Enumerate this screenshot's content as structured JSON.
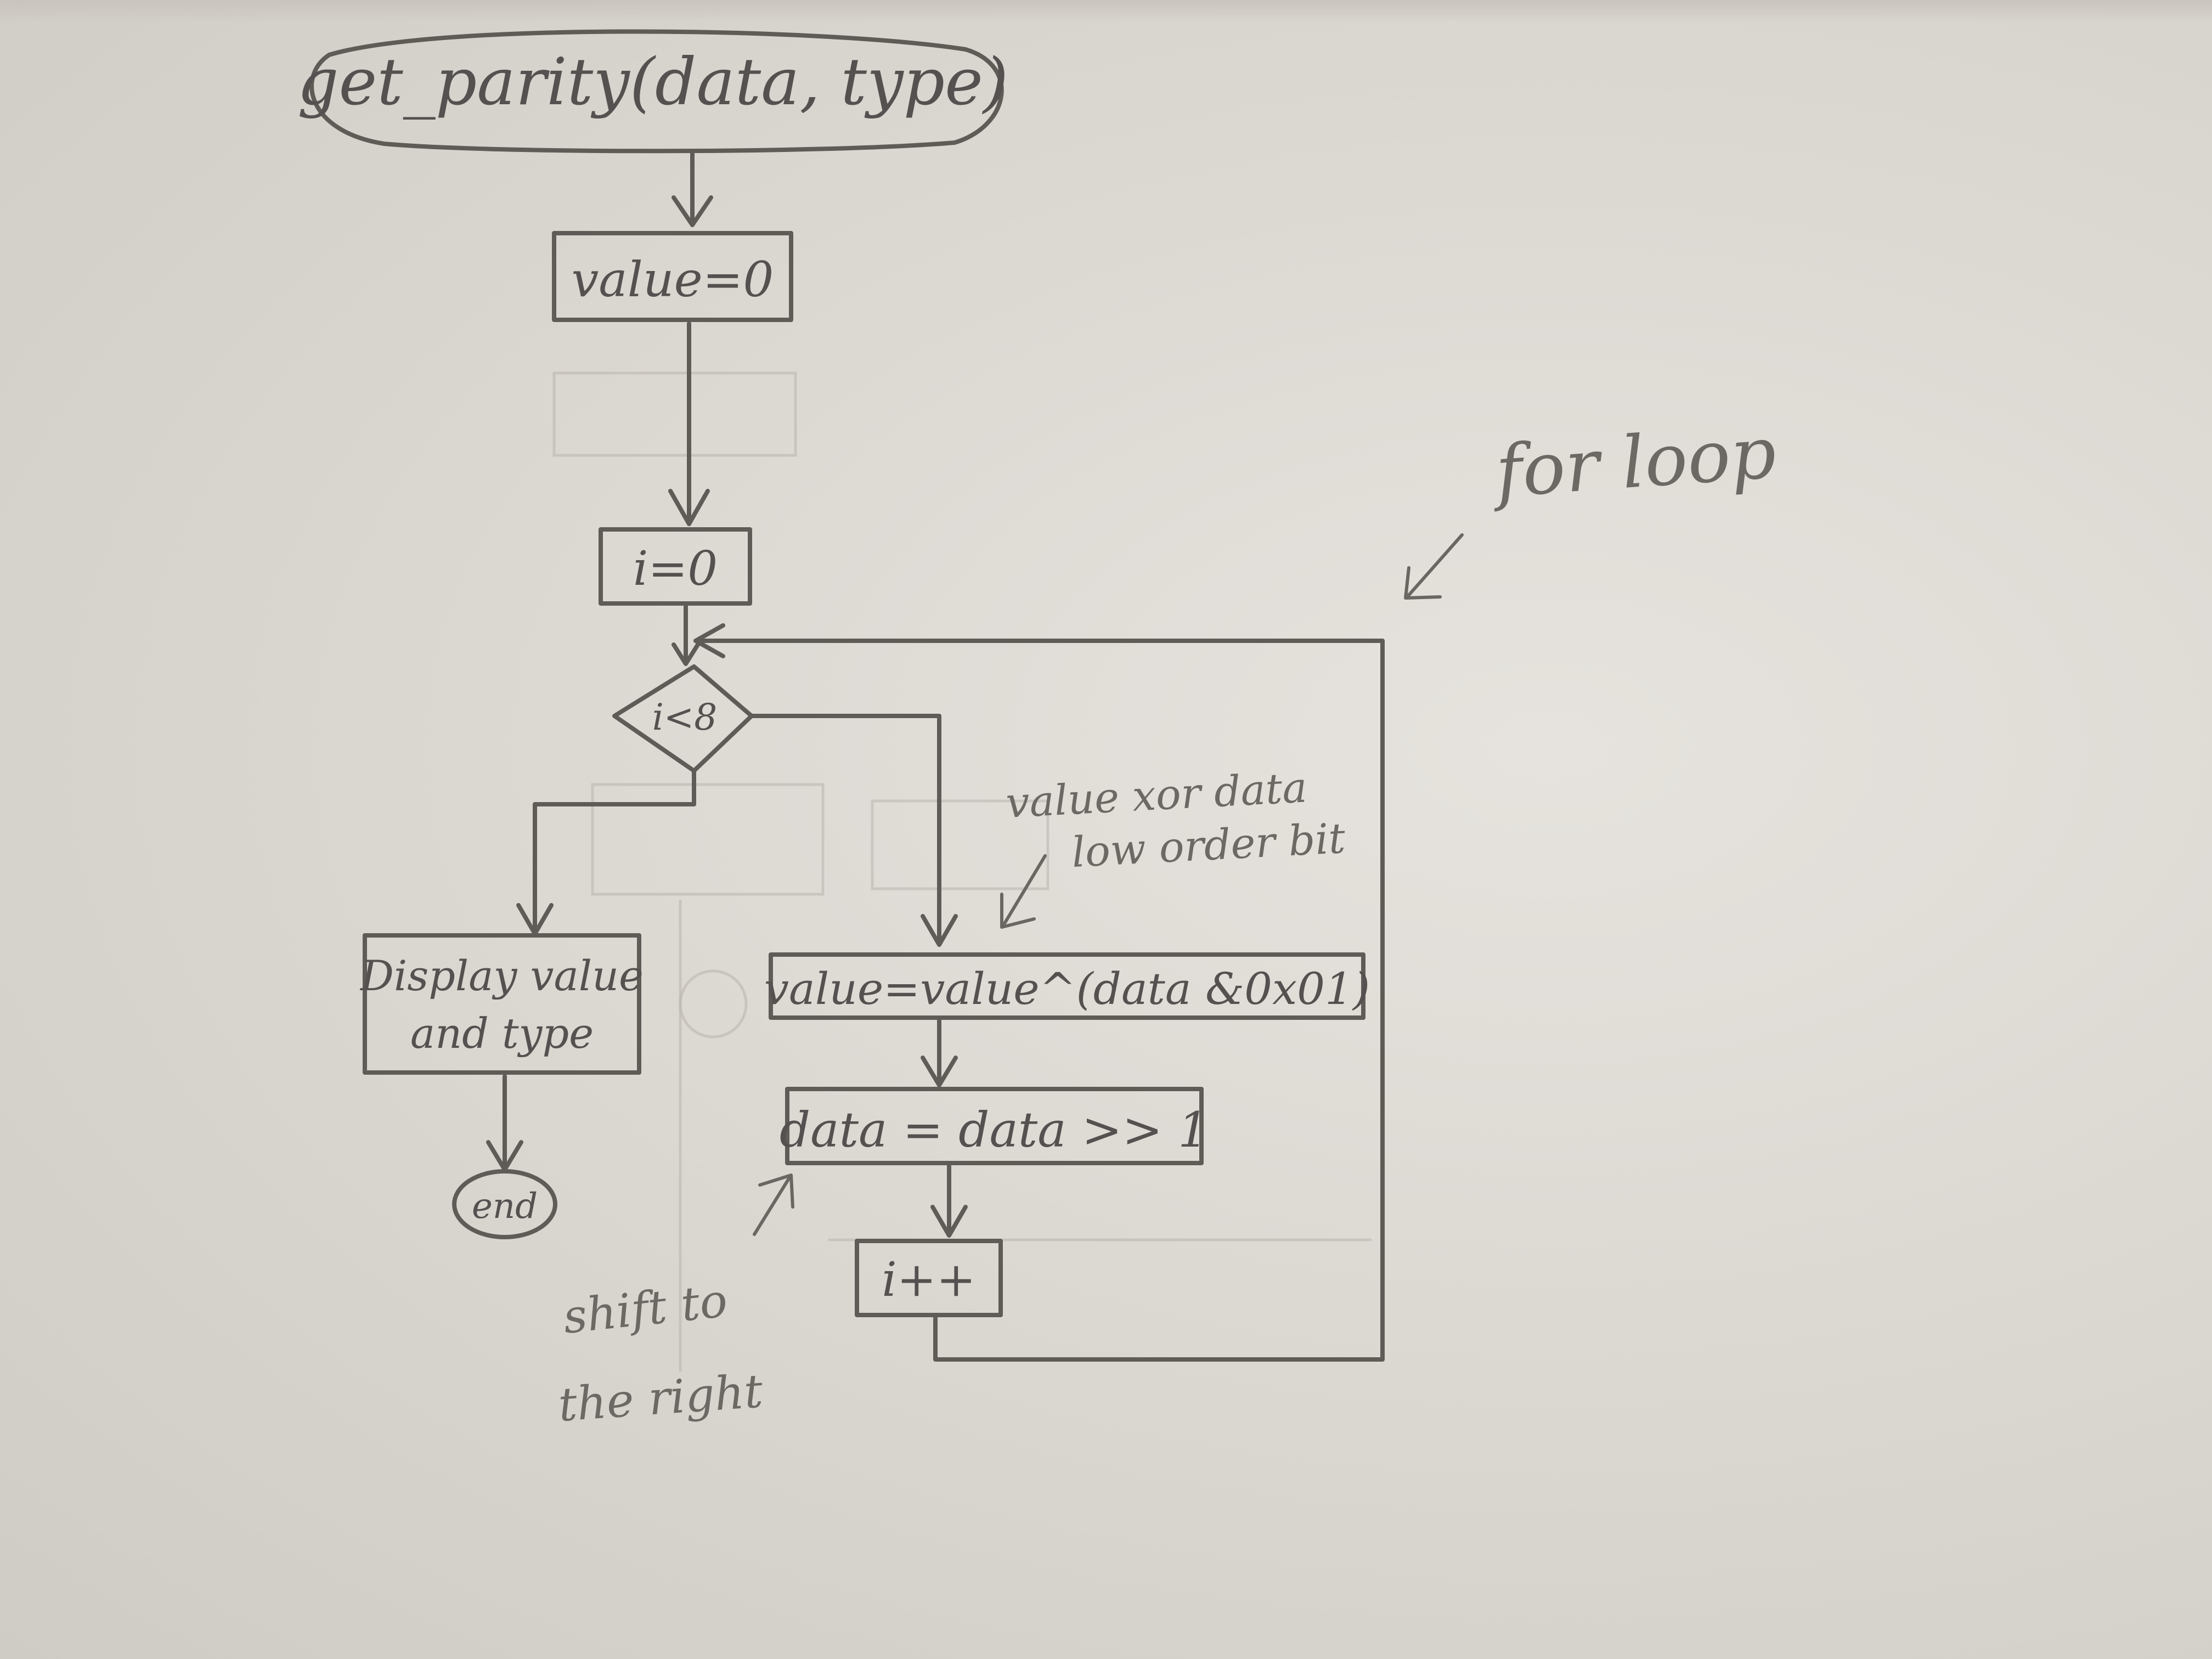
{
  "flowchart": {
    "start": "get_parity(data, type)",
    "init_value": "value=0",
    "init_i": "i=0",
    "condition": "i<8",
    "display": [
      "Display value",
      "and type"
    ],
    "end": "end",
    "xor_step": "value=value^(data &0x01)",
    "shift_step": "data = data >> 1",
    "increment": "i++"
  },
  "annotations": {
    "loop": "for loop",
    "xor_note": [
      "value xor data",
      "low order bit"
    ],
    "shift_note": [
      "shift to",
      "the right"
    ]
  }
}
